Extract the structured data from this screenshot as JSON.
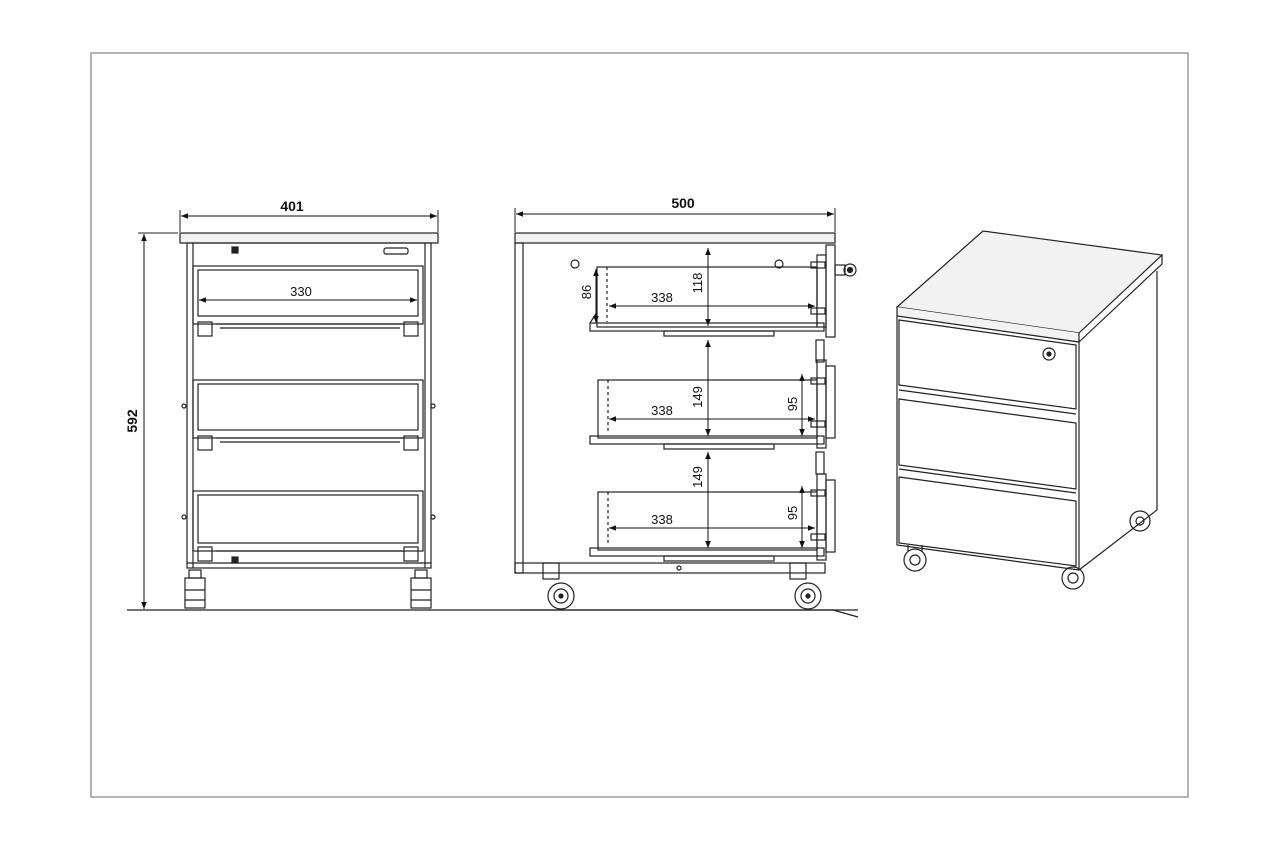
{
  "dimensions": {
    "front_width": "401",
    "height": "592",
    "front_drawer_inner_width": "330",
    "side_depth": "500",
    "side_drawer_depth_1": "338",
    "side_drawer_depth_2": "338",
    "side_drawer_depth_3": "338",
    "side_drawer_height_1": "118",
    "side_drawer_inner_height_1": "86",
    "side_drawer_height_2": "149",
    "side_drawer_inner_height_2": "95",
    "side_drawer_height_3": "149",
    "side_drawer_inner_height_3": "95"
  },
  "colors": {
    "line": "#222222",
    "frame": "#9a9a9a",
    "worktop": "#f2f2f2"
  },
  "icons": [
    "lock-icon",
    "caster-icon"
  ]
}
